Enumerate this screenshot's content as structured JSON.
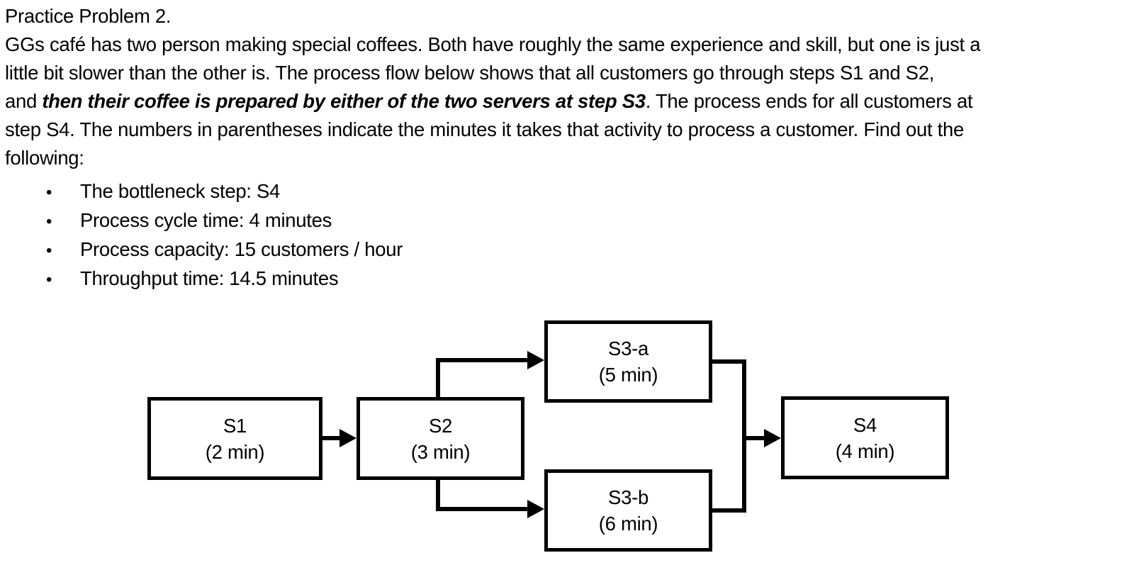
{
  "page": {
    "background_color": "#ffffff",
    "text_color": "#000000"
  },
  "document": {
    "title": "Practice Problem 2.",
    "body_lines": {
      "l1": "GGs café has two person making special coffees. Both have roughly the same experience and skill, but one is just a",
      "l2": "little bit slower than the other is. The process flow below shows that all customers go through steps S1 and S2,",
      "l3_pre": "and ",
      "l3_emphasis": "then their coffee is prepared by either of the two servers at step S3",
      "l3_post": ". The process ends for all customers at",
      "l4": "step S4. The numbers in parentheses indicate the minutes it takes that activity to process a customer. Find out the",
      "l5": "following:"
    },
    "bullet_glyph": "•",
    "bullets": [
      {
        "text": "The bottleneck step: S4"
      },
      {
        "text": "Process cycle time: 4 minutes"
      },
      {
        "text": "Process capacity: 15 customers / hour"
      },
      {
        "text": "Throughput time: 14.5 minutes"
      }
    ]
  },
  "diagram": {
    "type": "process-flow",
    "line_color": "#000000",
    "boxes": [
      {
        "id": "S1",
        "label": "S1",
        "time": "(2 min)"
      },
      {
        "id": "S2",
        "label": "S2",
        "time": "(3 min)"
      },
      {
        "id": "S3-a",
        "label": "S3-a",
        "time": "(5 min)"
      },
      {
        "id": "S3-b",
        "label": "S3-b",
        "time": "(6 min)"
      },
      {
        "id": "S4",
        "label": "S4",
        "time": "(4 min)"
      }
    ],
    "edges": [
      "S1 → S2",
      "S2 → S3-a",
      "S2 → S3-b",
      "S3-a → S4",
      "S3-b → S4"
    ]
  }
}
